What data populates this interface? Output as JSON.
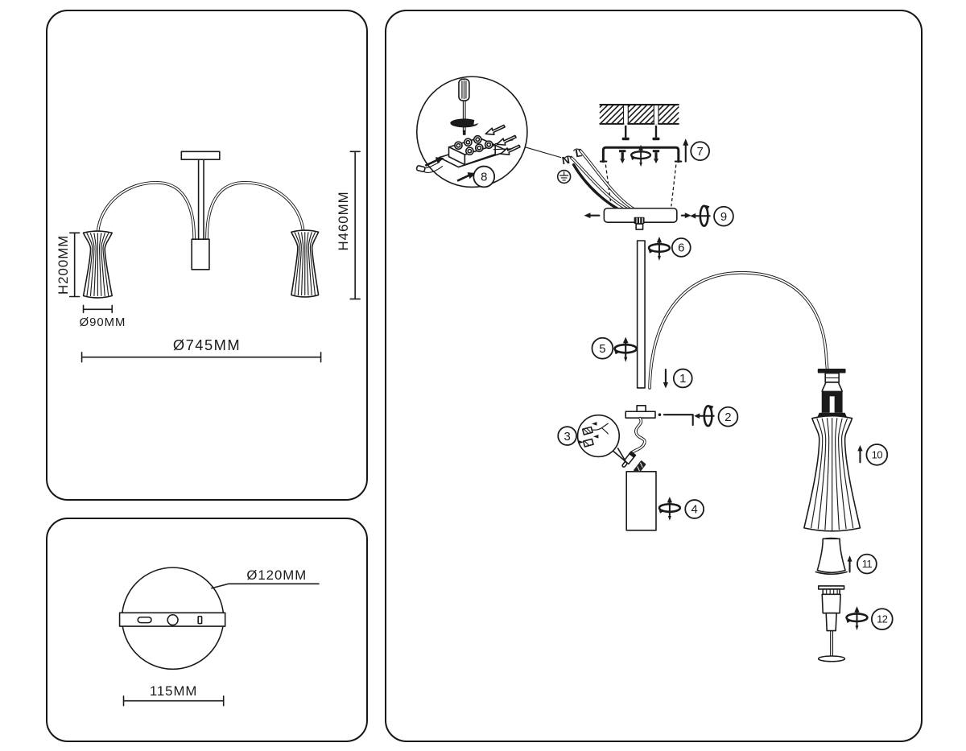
{
  "colors": {
    "ink": "#1a1a1a",
    "paper": "#ffffff"
  },
  "panels": {
    "lamp_dimensions": {
      "labels": {
        "shade_height": "H200MM",
        "shade_diameter": "Ø90MM",
        "total_height": "H460MM",
        "total_diameter": "Ø745MM"
      }
    },
    "mount_plate": {
      "labels": {
        "plate_diameter": "Ø120MM",
        "hole_spacing": "115MM"
      }
    },
    "assembly": {
      "wire_labels": {
        "neutral": "N",
        "live": "L"
      },
      "steps": [
        "1",
        "2",
        "3",
        "4",
        "5",
        "6",
        "7",
        "8",
        "9",
        "10",
        "11",
        "12"
      ]
    }
  }
}
